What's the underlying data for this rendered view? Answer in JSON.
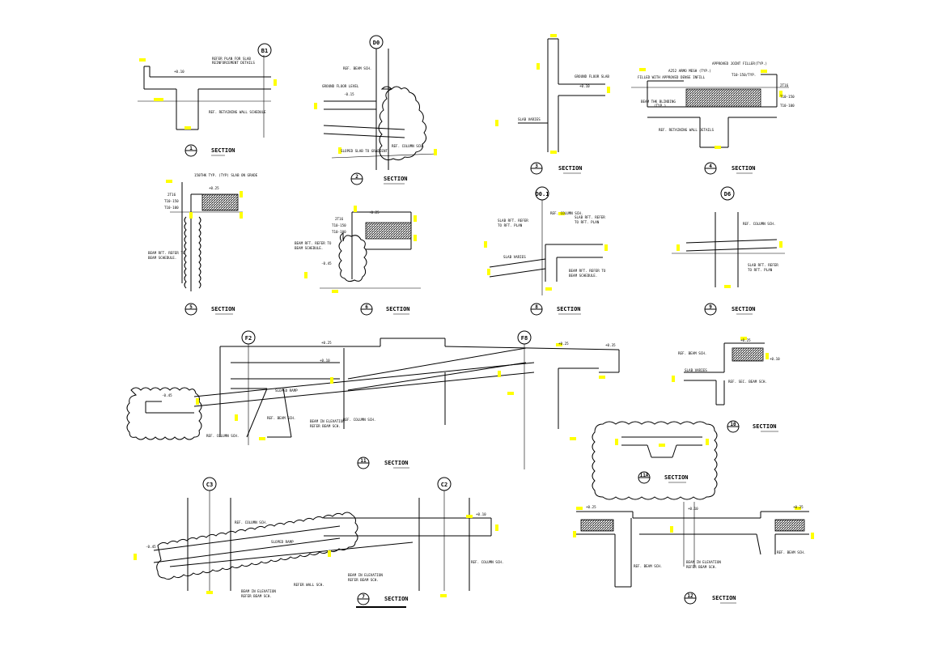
{
  "grid_tags": {
    "b1": "B1",
    "d0": "D0",
    "d0_1": "D0.1",
    "d6": "D6",
    "f2": "F2",
    "f8": "F8",
    "c3": "C3",
    "c2": "C2"
  },
  "section_numbers": {
    "s1": "1",
    "s2": "2",
    "s3": "3",
    "s4": "4",
    "s5": "5",
    "s6": "6",
    "s7": "7",
    "s8": "8",
    "s9": "9",
    "s10": "10",
    "s11": "11",
    "s11a": "11A",
    "s12": "12"
  },
  "section_titles": {
    "s1": "SECTION",
    "s2": "SECTION",
    "s3": "SECTION",
    "s4": "SECTION",
    "s5": "SECTION",
    "s6": "SECTION",
    "s7": "SECTION",
    "s8": "SECTION",
    "s9": "SECTION",
    "s10": "SECTION",
    "s11": "SECTION",
    "s11a": "SECTION",
    "s12": "SECTION"
  },
  "notes": {
    "refer_plan": "REFER PLAN FOR SLAB",
    "reinforcement_details": "REINFORCEMENT DETAILS",
    "ref_retaining_wall": "REF. RETAINING WALL SCHEDULE",
    "ref_beam_sch": "REF. BEAM SCH.",
    "ground_floor_level": "GROUND FLOOR LEVEL",
    "ref_column_sch": "REF. COLUMN SCH.",
    "sloped_slab": "SLOPED SLAB TO GRADIENT",
    "ground_floor_slab": "GROUND FLOOR SLAB",
    "slab_varies": "SLAB VARIES",
    "approved_joint_filler": "APPROVED JOINT FILLER(TYP.)",
    "mesh_typ": "A252 ARMO MESH (TYP.)",
    "filled_approved": "FILLED WITH APPROVED DENSE INFILL",
    "beam_thk": "BEAM THK BLINDING",
    "typ": "(TYP.)",
    "ref_retaining_wall_details": "REF. RETAINING WALL DETAILS",
    "bed_on_grade": "150THK TYP. (TYP) SLAB ON GRADE",
    "beam_rft_refer": "BEAM RFT. REFER TO",
    "beam_schedule": "BEAM SCHEDULE.",
    "slab_rft_refer": "SLAB RFT. REFER",
    "to_rft_plan": "TO RFT. PLAN",
    "ramp": "SLOPED RAMP",
    "beam_in_elevation": "BEAM IN ELEVATION",
    "refer_beam_sch": "REFER BEAM SCH.",
    "refer_wall_sch": "REFER WALL SCH.",
    "ref_sec_beam": "REF. SEC. BEAM SCH.",
    "lvl_010": "+0.10",
    "lvl_025": "+0.25",
    "lvl_035": "+0.35",
    "lvl_neg015": "-0.15",
    "lvl_neg045": "-0.45",
    "t10_150": "T10-150",
    "t10_200": "T10-200",
    "t10_100": "T10-100",
    "t10_typ": "T10-150/TYP.",
    "bar_2t16": "2T16"
  }
}
